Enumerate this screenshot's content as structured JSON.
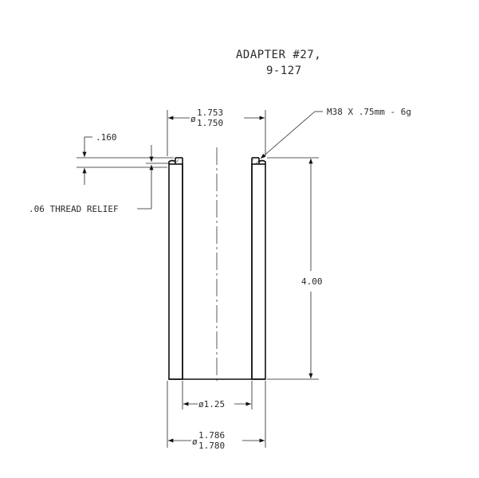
{
  "title": {
    "line1": "ADAPTER #27,",
    "line2": "9-127"
  },
  "dimensions": {
    "top_diameter_symbol": "ø",
    "top_diameter_upper": "1.753",
    "top_diameter_lower": "1.750",
    "thread_spec": "M38 X .75mm - 6g",
    "depth": ".160",
    "thread_relief": ".06 THREAD RELIEF",
    "length": "4.00",
    "bore_diameter": "ø1.25",
    "outer_diameter_symbol": "ø",
    "outer_diameter_upper": "1.786",
    "outer_diameter_lower": "1.780"
  }
}
